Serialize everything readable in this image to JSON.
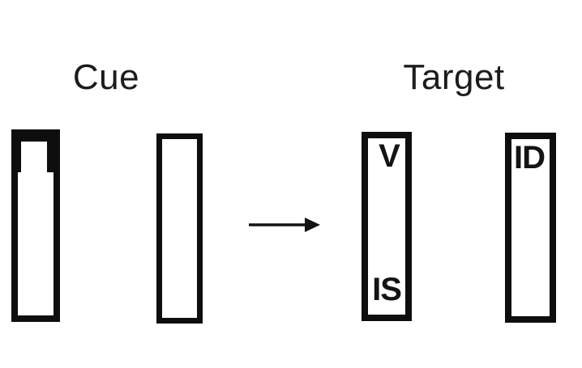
{
  "colors": {
    "background": "#ffffff",
    "ink": "#0e0e0e"
  },
  "labels": {
    "cue": "Cue",
    "target": "Target"
  },
  "markers": {
    "valid": "V",
    "invalid_same": "IS",
    "invalid_different": "ID"
  },
  "icons": {
    "arrow": "right-arrow"
  }
}
